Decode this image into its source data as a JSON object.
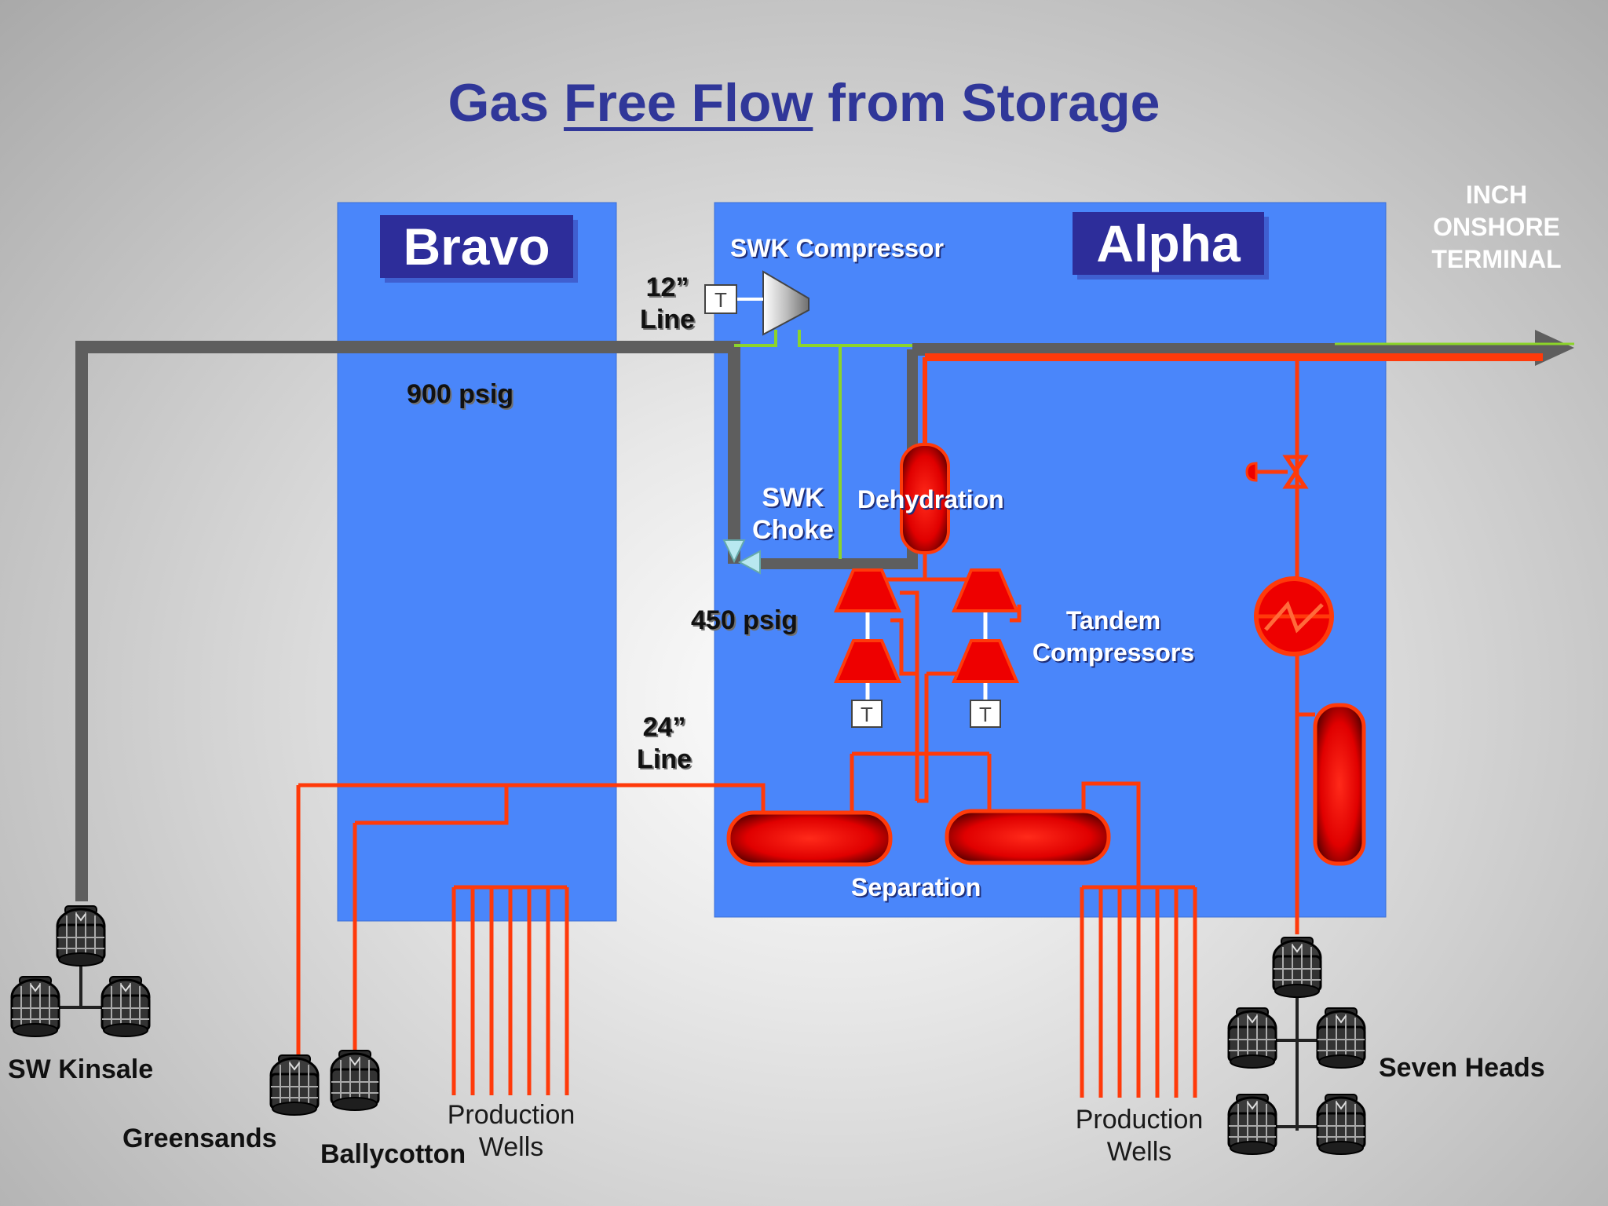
{
  "title": {
    "pre": "Gas ",
    "underlined": "Free Flow",
    "post": " from Storage"
  },
  "platforms": {
    "bravo": "Bravo",
    "alpha": "Alpha"
  },
  "pressures": {
    "high": "900 psig",
    "low": "450 psig"
  },
  "lines": {
    "line12": [
      "12”",
      "Line"
    ],
    "line24": [
      "24”",
      "Line"
    ]
  },
  "equipment": {
    "swk_compressor": "SWK Compressor",
    "swk_choke": [
      "SWK",
      "Choke"
    ],
    "dehydration": "Dehydration",
    "tandem": [
      "Tandem",
      "Compressors"
    ],
    "separation": "Separation",
    "turbine_marker": "T"
  },
  "terminal": [
    "INCH",
    "ONSHORE",
    "TERMINAL"
  ],
  "fields": {
    "sw_kinsale": "SW Kinsale",
    "greensands": "Greensands",
    "ballycotton": "Ballycotton",
    "seven_heads": "Seven Heads"
  },
  "wells": [
    "Production",
    "Wells"
  ],
  "colors": {
    "panel": "#4a86fa",
    "badge": "#2d2d9a",
    "title": "#303799",
    "gas_line": "#5e5e5e",
    "process_line": "#ff3a0a",
    "fuel_line": "#8cd42a"
  },
  "icons": [
    "compressor-icon",
    "turbine-icon",
    "choke-valve-icon",
    "vessel-icon",
    "heat-exchanger-icon",
    "control-valve-icon",
    "wellhead-icon",
    "arrow-icon"
  ]
}
